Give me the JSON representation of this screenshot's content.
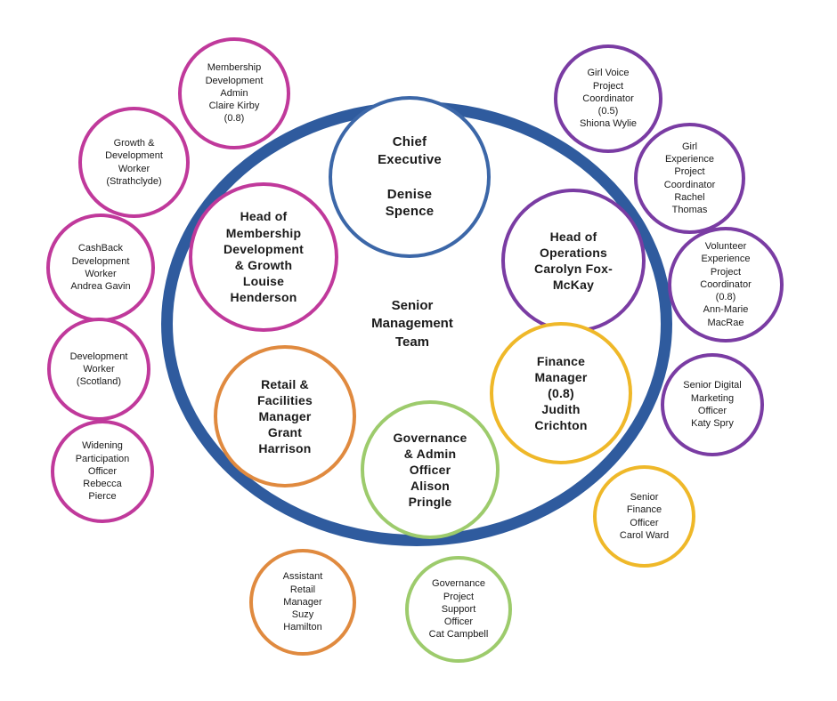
{
  "title": "Senior Management Team organisation chart",
  "colors": {
    "ring_blue": "#2F5B9E",
    "blue": "#3C67A8",
    "magenta": "#C0399B",
    "purple": "#7A3CA3",
    "orange": "#E08A3F",
    "yellow": "#EFB829",
    "green": "#9DCB6C"
  },
  "center_label": {
    "text": "Senior\nManagement\nTeam"
  },
  "circles": {
    "chief_executive": {
      "title": "Chief Executive",
      "name": "Denise Spence",
      "text": "Chief\nExecutive\n\nDenise\nSpence",
      "color": "blue",
      "group": "inner"
    },
    "head_membership": {
      "title": "Head of Membership Development & Growth",
      "name": "Louise Henderson",
      "text": "Head of\nMembership\nDevelopment\n& Growth\nLouise\nHenderson",
      "color": "magenta",
      "group": "inner"
    },
    "head_operations": {
      "title": "Head of Operations",
      "name": "Carolyn Fox-McKay",
      "text": "Head of\nOperations\nCarolyn Fox-\nMcKay",
      "color": "purple",
      "group": "inner"
    },
    "retail_facilities": {
      "title": "Retail & Facilities Manager",
      "name": "Grant Harrison",
      "text": "Retail &\nFacilities\nManager\nGrant\nHarrison",
      "color": "orange",
      "group": "inner"
    },
    "finance_manager": {
      "title": "Finance Manager (0.8)",
      "name": "Judith Crichton",
      "text": "Finance\nManager\n(0.8)\nJudith\nCrichton",
      "color": "yellow",
      "group": "inner"
    },
    "governance_admin": {
      "title": "Governance & Admin Officer",
      "name": "Alison Pringle",
      "text": "Governance\n& Admin\nOfficer\nAlison\nPringle",
      "color": "green",
      "group": "inner"
    },
    "membership_admin": {
      "title": "Membership Development Admin (0.8)",
      "name": "Claire Kirby",
      "text": "Membership\nDevelopment\nAdmin\nClaire Kirby\n(0.8)",
      "color": "magenta",
      "group": "outer"
    },
    "growth_dev": {
      "title": "Growth & Development Worker (Strathclyde)",
      "name": "",
      "text": "Growth &\nDevelopment\nWorker\n(Strathclyde)",
      "color": "magenta",
      "group": "outer"
    },
    "cashback": {
      "title": "CashBack Development Worker",
      "name": "Andrea Gavin",
      "text": "CashBack\nDevelopment\nWorker\nAndrea Gavin",
      "color": "magenta",
      "group": "outer"
    },
    "dev_scotland": {
      "title": "Development Worker (Scotland)",
      "name": "",
      "text": "Development\nWorker\n(Scotland)",
      "color": "magenta",
      "group": "outer"
    },
    "widening": {
      "title": "Widening Participation Officer",
      "name": "Rebecca Pierce",
      "text": "Widening\nParticipation\nOfficer\nRebecca\nPierce",
      "color": "magenta",
      "group": "outer"
    },
    "girl_voice": {
      "title": "Girl Voice Project Coordinator (0.5)",
      "name": "Shiona Wylie",
      "text": "Girl Voice\nProject\nCoordinator\n(0.5)\nShiona Wylie",
      "color": "purple",
      "group": "outer"
    },
    "girl_experience": {
      "title": "Girl Experience Project Coordinator",
      "name": "Rachel Thomas",
      "text": "Girl\nExperience\nProject\nCoordinator\nRachel\nThomas",
      "color": "purple",
      "group": "outer"
    },
    "volunteer_experience": {
      "title": "Volunteer Experience Project Coordinator (0.8)",
      "name": "Ann-Marie MacRae",
      "text": "Volunteer\nExperience\nProject\nCoordinator\n(0.8)\nAnn-Marie\nMacRae",
      "color": "purple",
      "group": "outer"
    },
    "senior_digital": {
      "title": "Senior Digital Marketing Officer",
      "name": "Katy Spry",
      "text": "Senior Digital\nMarketing\nOfficer\nKaty Spry",
      "color": "purple",
      "group": "outer"
    },
    "senior_finance": {
      "title": "Senior Finance Officer",
      "name": "Carol Ward",
      "text": "Senior\nFinance\nOfficer\nCarol Ward",
      "color": "yellow",
      "group": "outer"
    },
    "assistant_retail": {
      "title": "Assistant Retail Manager",
      "name": "Suzy Hamilton",
      "text": "Assistant\nRetail\nManager\nSuzy\nHamilton",
      "color": "orange",
      "group": "outer"
    },
    "governance_project": {
      "title": "Governance Project Support Officer",
      "name": "Cat Campbell",
      "text": "Governance\nProject\nSupport\nOfficer\nCat Campbell",
      "color": "green",
      "group": "outer"
    }
  }
}
